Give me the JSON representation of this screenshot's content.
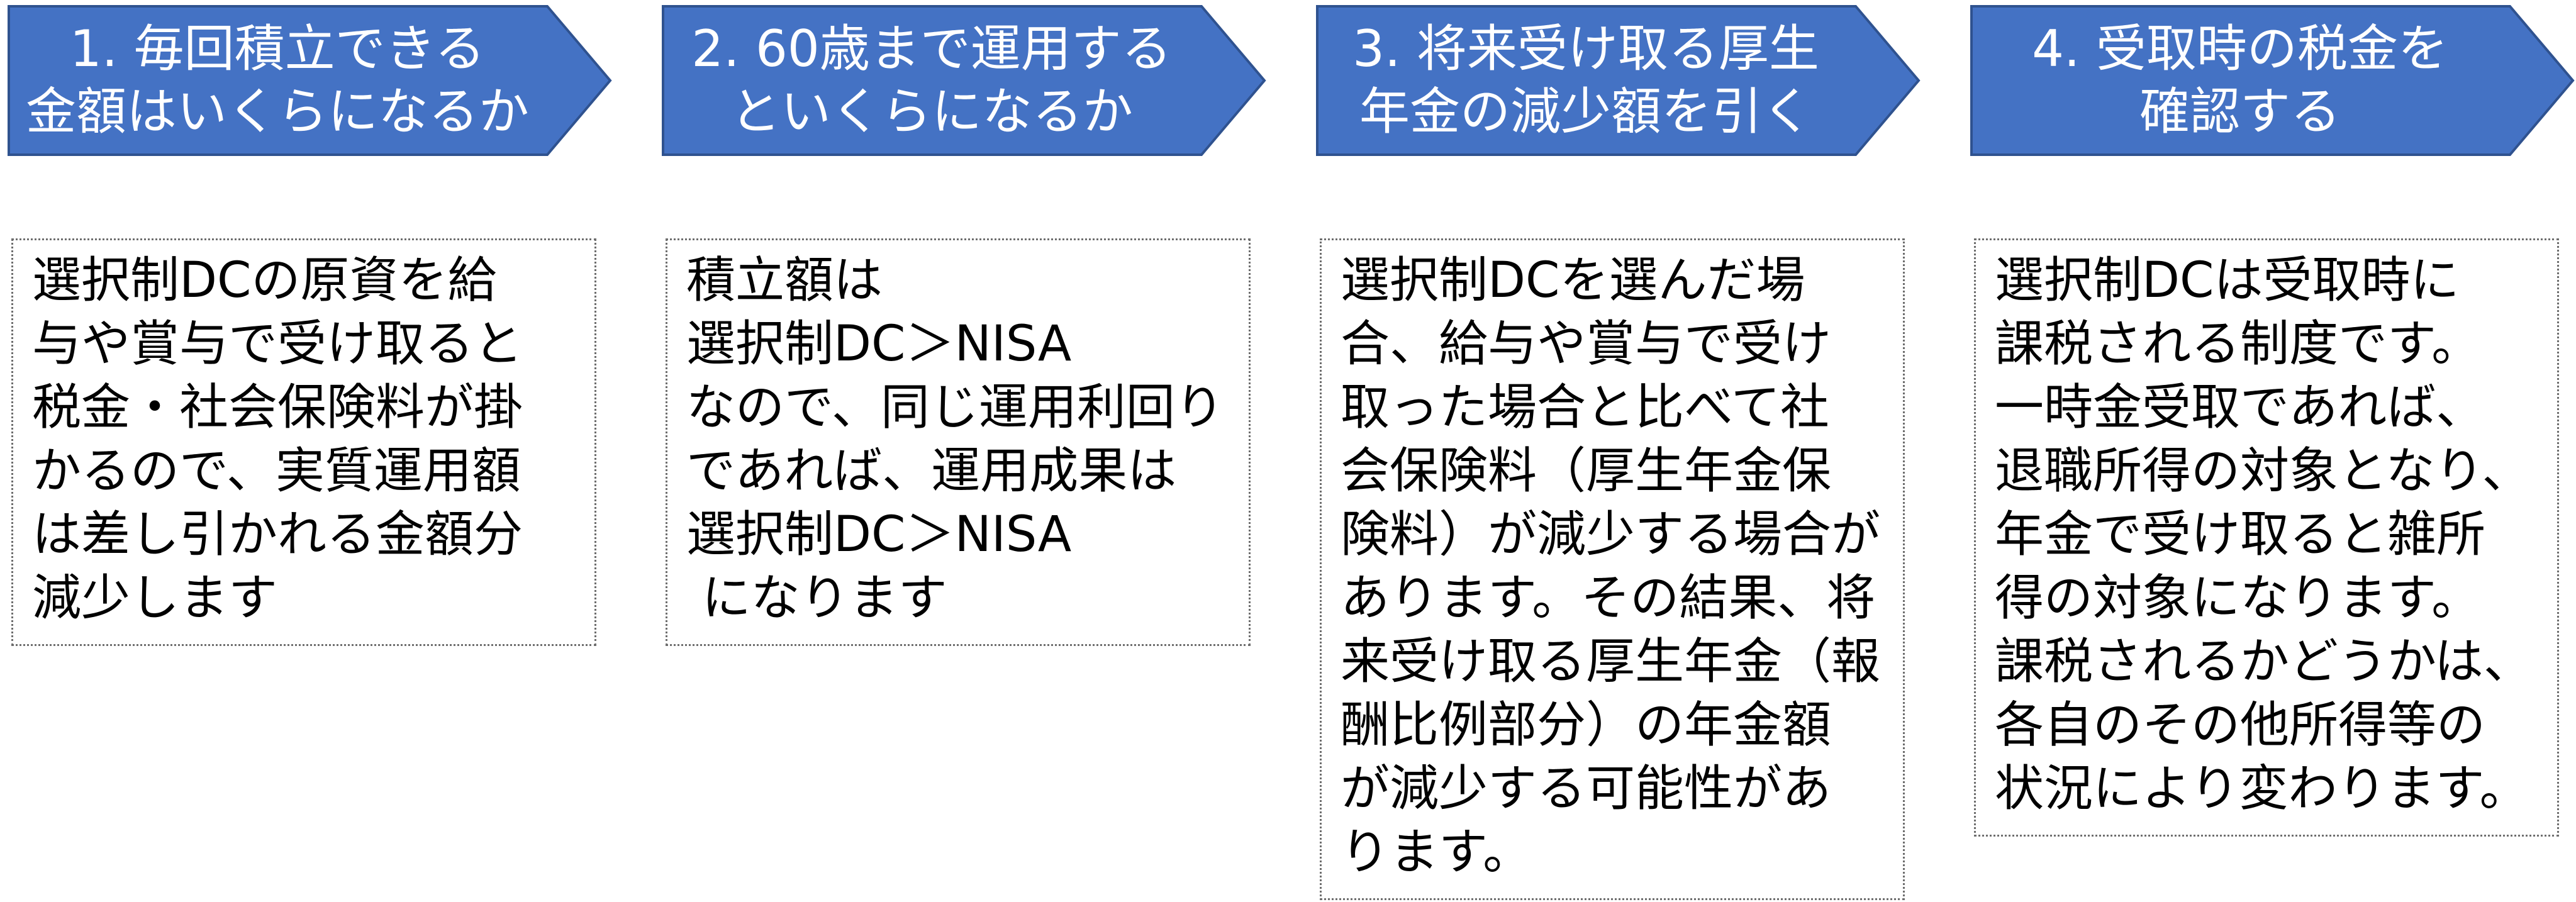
{
  "colors": {
    "arrow_fill": "#4472C4",
    "arrow_stroke": "#2F528F",
    "arrow_text": "#FFFFFF",
    "box_border": "#6E6E6E",
    "box_text": "#000000"
  },
  "steps": [
    {
      "arrow": {
        "lines": [
          "1. 毎回積立できる",
          "金額はいくらになるか"
        ]
      },
      "box": {
        "lines": [
          "選択制DCの原資を給",
          "与や賞与で受け取ると",
          "税金・社会保険料が掛",
          "かるので、実質運用額",
          "は差し引かれる金額分",
          "減少します"
        ]
      }
    },
    {
      "arrow": {
        "lines": [
          "2. 60歳まで運用する",
          "といくらになるか"
        ]
      },
      "box": {
        "lines": [
          "積立額は",
          "選択制DC＞NISA",
          "なので、同じ運用利回り",
          "であれば、運用成果は",
          "選択制DC＞NISA",
          " になります"
        ]
      }
    },
    {
      "arrow": {
        "lines": [
          "3. 将来受け取る厚生",
          "年金の減少額を引く"
        ]
      },
      "box": {
        "lines": [
          "選択制DCを選んだ場",
          "合、給与や賞与で受け",
          "取った場合と比べて社",
          "会保険料（厚生年金保",
          "険料）が減少する場合が",
          "あります。その結果、将",
          "来受け取る厚生年金（報",
          "酬比例部分）の年金額",
          "が減少する可能性があ",
          "ります。"
        ]
      }
    },
    {
      "arrow": {
        "lines": [
          "4. 受取時の税金を",
          "確認する"
        ]
      },
      "box": {
        "lines": [
          "選択制DCは受取時に",
          "課税される制度です。",
          "一時金受取であれば、",
          "退職所得の対象となり、",
          "年金で受け取ると雑所",
          "得の対象になります。",
          "課税されるかどうかは、",
          "各自のその他所得等の",
          "状況により変わります。"
        ]
      }
    }
  ]
}
